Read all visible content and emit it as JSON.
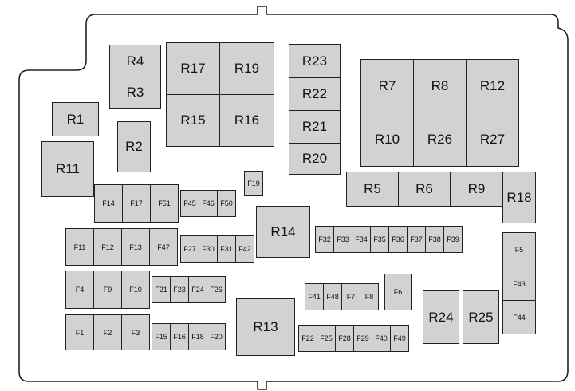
{
  "diagram": {
    "colors": {
      "fill": "#d2d2d2",
      "stroke": "#222222",
      "background": "#ffffff"
    },
    "relays": [
      "R1",
      "R2",
      "R3",
      "R4",
      "R5",
      "R6",
      "R7",
      "R8",
      "R9",
      "R10",
      "R11",
      "R12",
      "R13",
      "R14",
      "R15",
      "R16",
      "R17",
      "R18",
      "R19",
      "R20",
      "R21",
      "R22",
      "R23",
      "R24",
      "R25",
      "R26",
      "R27"
    ],
    "fuses": [
      "F1",
      "F2",
      "F3",
      "F4",
      "F5",
      "F6",
      "F7",
      "F8",
      "F9",
      "F10",
      "F11",
      "F12",
      "F13",
      "F14",
      "F15",
      "F16",
      "F17",
      "F18",
      "F19",
      "F20",
      "F21",
      "F22",
      "F23",
      "F24",
      "F25",
      "F26",
      "F27",
      "F28",
      "F29",
      "F30",
      "F31",
      "F32",
      "F33",
      "F34",
      "F35",
      "F36",
      "F37",
      "F38",
      "F39",
      "F40",
      "F41",
      "F42",
      "F43",
      "F44",
      "F45",
      "F46",
      "F47",
      "F48",
      "F49",
      "F50",
      "F51"
    ]
  }
}
